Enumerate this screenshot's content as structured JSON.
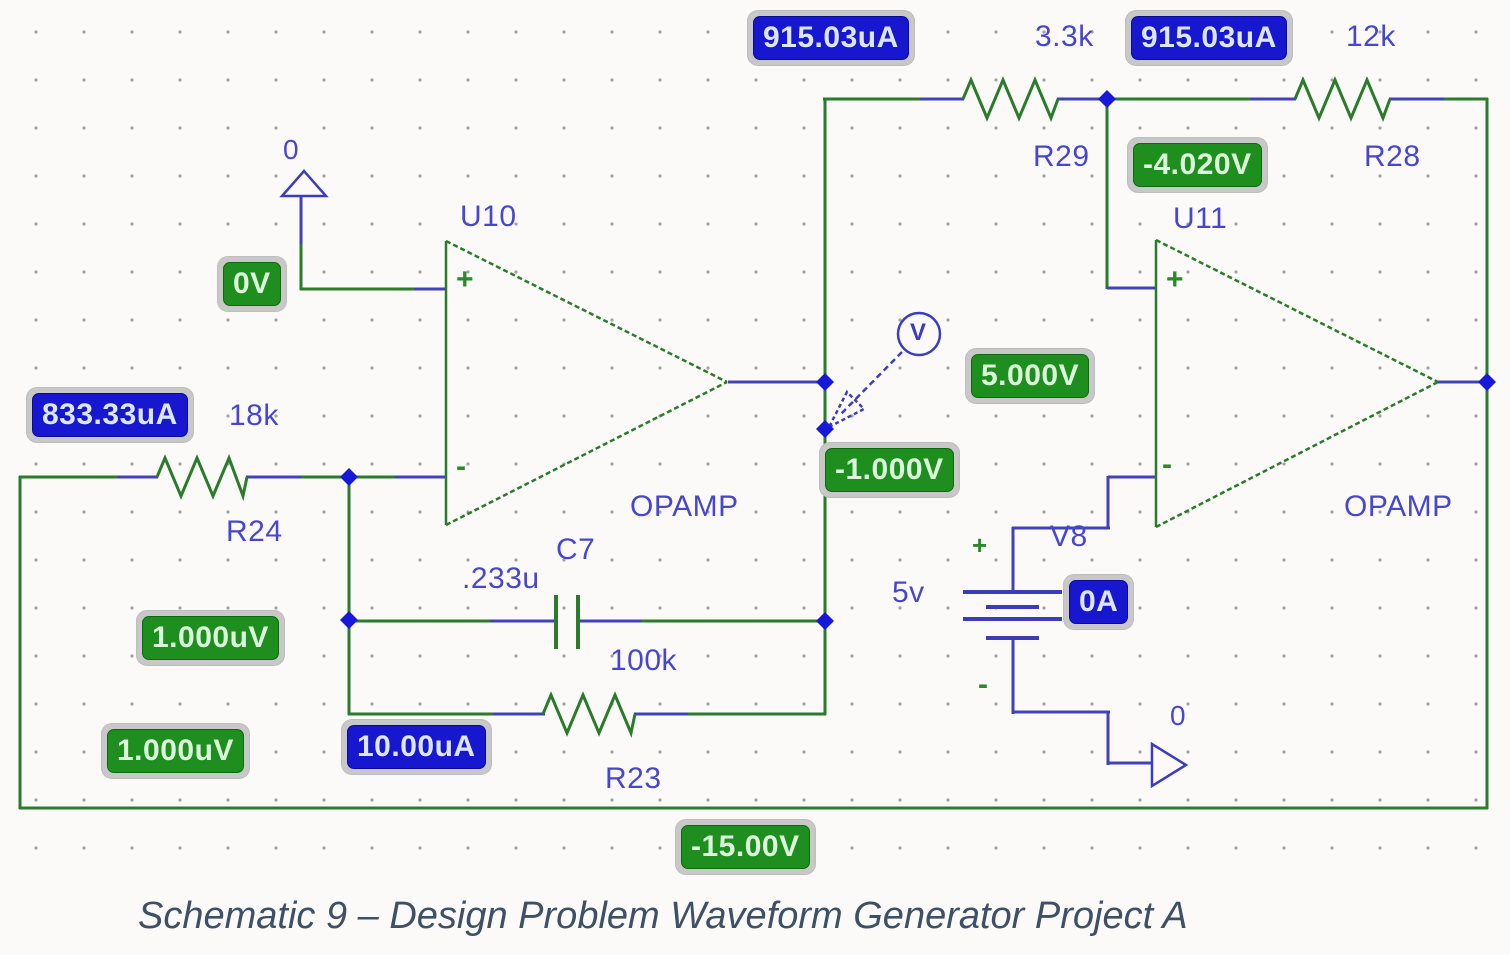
{
  "caption": "Schematic 9 – Design Problem Waveform Generator Project A",
  "colors": {
    "wire_green": "#2a7b2a",
    "wire_blue": "#4242b8",
    "label_blue": "#4646d0",
    "badge_green_bg": "#1e8e1e",
    "badge_blue_bg": "#1717cf",
    "badge_border_gray": "#c8c8c8",
    "caption_color": "#3d5066"
  },
  "components": {
    "u10": {
      "ref": "U10",
      "type": "OPAMP"
    },
    "u11": {
      "ref": "U11",
      "type": "OPAMP"
    },
    "r24": {
      "ref": "R24",
      "value": "18k"
    },
    "r23": {
      "ref": "R23",
      "value": "100k"
    },
    "r29": {
      "ref": "R29",
      "value": "3.3k"
    },
    "r28": {
      "ref": "R28",
      "value": "12k"
    },
    "c7": {
      "ref": "C7",
      "value": ".233u"
    },
    "v8": {
      "ref": "V8",
      "value": "5v"
    }
  },
  "signs": {
    "plus": "+",
    "minus": "-"
  },
  "grounds": {
    "top_left": "0",
    "bottom_right": "0"
  },
  "probe": {
    "label": "V"
  },
  "readouts": {
    "i_r29": "915.03uA",
    "i_r28": "915.03uA",
    "i_r24": "833.33uA",
    "i_r23": "10.00uA",
    "i_v8": "0A",
    "v_noninv_u10": "0V",
    "v_out_u10": "-1.000V",
    "v_out_u11": "5.000V",
    "v_node_r29": "-4.020V",
    "v_inv_a": "1.000uV",
    "v_inv_b": "1.000uV",
    "v_rail": "-15.00V"
  }
}
